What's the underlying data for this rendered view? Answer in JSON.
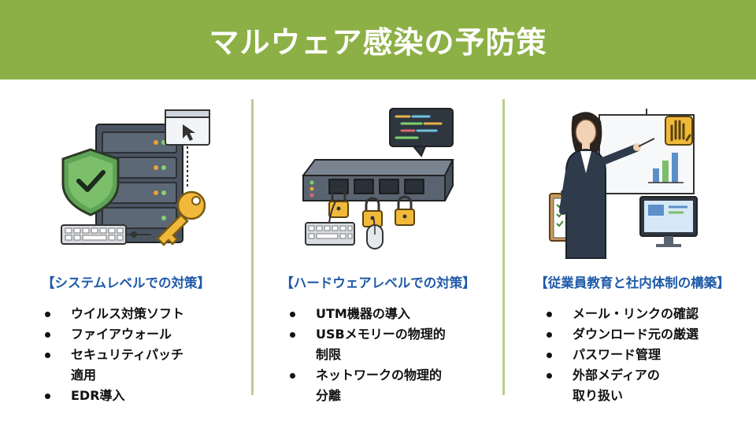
{
  "title": "マルウェア感染の予防策",
  "columns": [
    {
      "heading": "【システムレベルでの対策】",
      "items": [
        [
          "ウイルス対策ソフト"
        ],
        [
          "ファイアウォール"
        ],
        [
          "セキュリティパッチ",
          "適用"
        ],
        [
          "EDR導入"
        ]
      ]
    },
    {
      "heading": "【ハードウェアレベルでの対策】",
      "items": [
        [
          "UTM機器の導入"
        ],
        [
          "USBメモリーの物理的",
          "制限"
        ],
        [
          "ネットワークの物理的",
          "分離"
        ]
      ]
    },
    {
      "heading": "【従業員教育と社内体制の構築】",
      "items": [
        [
          "メール・リンクの確認"
        ],
        [
          "ダウンロード元の厳選"
        ],
        [
          "パスワード管理"
        ],
        [
          "外部メディアの",
          "取り扱い"
        ]
      ]
    }
  ],
  "colors": {
    "banner": "#8cb045",
    "heading": "#1f5aa8",
    "divider": "#b9cf8f"
  },
  "icons": [
    "shield-server-key-illustration",
    "network-switch-lock-illustration",
    "presenter-training-illustration"
  ]
}
